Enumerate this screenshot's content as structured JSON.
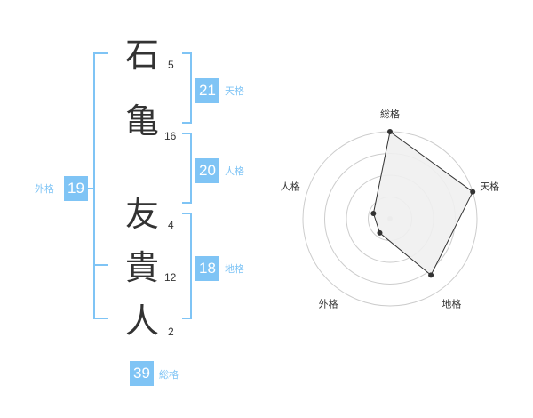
{
  "name": {
    "chars": [
      {
        "char": "石",
        "strokes": "5"
      },
      {
        "char": "亀",
        "strokes": "16"
      },
      {
        "char": "友",
        "strokes": "4"
      },
      {
        "char": "貴",
        "strokes": "12"
      },
      {
        "char": "人",
        "strokes": "2"
      }
    ]
  },
  "fortunes": {
    "tenkaku": {
      "value": "21",
      "label": "天格"
    },
    "jinkaku": {
      "value": "20",
      "label": "人格"
    },
    "chikaku": {
      "value": "18",
      "label": "地格"
    },
    "gaikaku": {
      "value": "19",
      "label": "外格"
    },
    "soukaku": {
      "value": "39",
      "label": "総格"
    }
  },
  "radar": {
    "axes": [
      "総格",
      "天格",
      "地格",
      "外格",
      "人格"
    ],
    "values": [
      1.0,
      1.0,
      0.8,
      0.2,
      0.2
    ],
    "colors": {
      "line": "#333333",
      "fill": "#f0f0f0",
      "ring": "#cccccc",
      "dot": "#333333",
      "center": "#cccccc"
    }
  },
  "colors": {
    "accent": "#7fc4f5",
    "text": "#333333"
  }
}
